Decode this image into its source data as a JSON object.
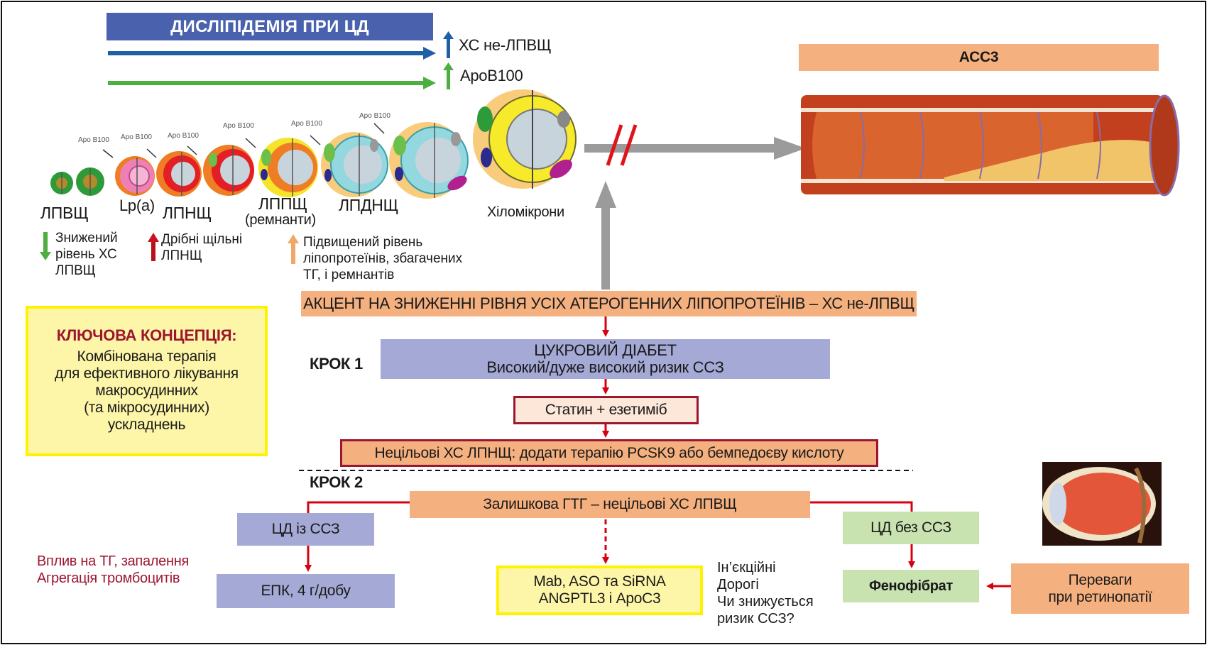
{
  "header": {
    "title": "ДИСЛІПІДЕМІЯ ПРИ ЦД",
    "trend_arrows": [
      {
        "label": "ХС не-ЛПВЩ",
        "direction": "up",
        "color": "#1f5fa8"
      },
      {
        "label": "ApoB100",
        "direction": "up",
        "color": "#4caf3f"
      }
    ]
  },
  "lipoproteins": {
    "apo_label": "Apo B100",
    "particles": [
      {
        "label": "ЛПВЩ"
      },
      {
        "label": "Lp(a)"
      },
      {
        "label": "ЛПНЩ"
      },
      {
        "label": "ЛППЩ",
        "sublabel": "(ремнанти)"
      },
      {
        "label": "ЛПДНЩ"
      },
      {
        "label": "Хіломікрони"
      }
    ],
    "legend": [
      {
        "lines": [
          "Знижений",
          "рівень ХС",
          "ЛПВЩ"
        ],
        "direction": "down",
        "color": "#4caf3f"
      },
      {
        "lines": [
          "Дрібні щільні",
          "ЛПНЩ"
        ],
        "direction": "up",
        "color": "#c4161c"
      },
      {
        "lines": [
          "Підвищений рівень",
          "ліпопротеїнів, збагачених",
          "ТГ, і ремнантів"
        ],
        "direction": "up",
        "color": "#f0a868"
      }
    ]
  },
  "outcome": {
    "label": "АСС3"
  },
  "key_concept": {
    "heading": "КЛЮЧОВА КОНЦЕПЦІЯ:",
    "lines": [
      "Комбінована терапія",
      "для ефективного лікування",
      "макросудинних",
      "(та мікросудинних)",
      "ускладнень"
    ]
  },
  "flow": {
    "focus": "АКЦЕНТ НА ЗНИЖЕННІ РІВНЯ УСІХ АТЕРОГЕННИХ ЛІПОПРОТЕЇНІВ – ХС не-ЛПВЩ",
    "step1": {
      "label": "КРОК 1",
      "diabetes_title": "ЦУКРОВИЙ ДІАБЕТ",
      "diabetes_subtitle": "Високий/дуже високий ризик ССЗ",
      "statin": "Статин + езетиміб",
      "non_target_ldl": "Нецільові ХС ЛПНЩ: додати терапію PCSK9 або бемпедоєву кислоту"
    },
    "step2": {
      "label": "КРОК 2",
      "residual": "Залишкова ГТГ – нецільові ХС ЛПВЩ",
      "with_cvd": "ЦД із ССЗ",
      "epa": "ЕПК, 4 г/добу",
      "epa_note": [
        "Вплив на ТГ, запалення",
        "Агрегація тромбоцитів"
      ],
      "injectables": [
        "Mab, ASO та SiRNA",
        "ANGPTL3 і ApoC3"
      ],
      "injectables_note": [
        "Ін’єкційні",
        "Дорогі",
        "Чи знижується",
        "ризик ССЗ?"
      ],
      "without_cvd": "ЦД без ССЗ",
      "fenofibrate": "Фенофібрат",
      "retinopathy": [
        "Переваги",
        "при ретинопатії"
      ]
    }
  },
  "colors": {
    "title_blue": "#4a62ad",
    "orange": "#f5b07f",
    "lilac": "#a4a9d6",
    "light_green": "#c8e2b0",
    "yellow_fill": "#fdf6a8",
    "yellow_border": "#fff200",
    "flow_red": "#d7000f",
    "gray_arrow": "#9b9b9b",
    "concept_red": "#9c1630"
  }
}
